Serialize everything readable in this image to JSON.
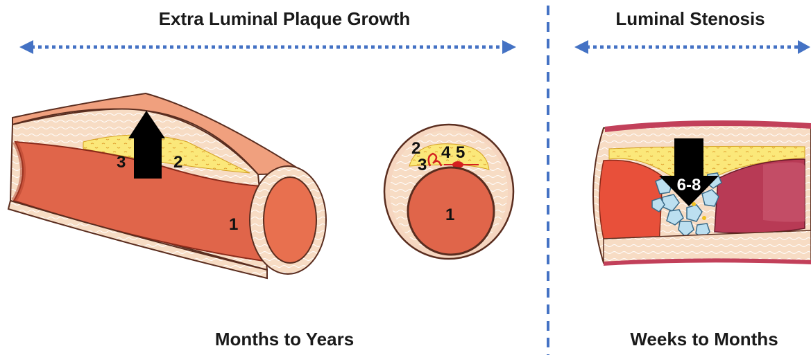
{
  "headings": {
    "left": "Extra Luminal Plaque Growth",
    "right": "Luminal Stenosis"
  },
  "footers": {
    "left": "Months to Years",
    "right": "Weeks to Months"
  },
  "vessel_labels": {
    "lumen": "1",
    "label_2": "2",
    "label_3": "3",
    "label_4": "4",
    "label_5": "5",
    "stenosis_range": "6-8"
  },
  "colors": {
    "divider": "#4472c4",
    "arrow_dotted": "#4472c4",
    "arrow_solid": "#000000",
    "lumen": "#e0654a",
    "vessel_wall": "#f2c9a8",
    "plaque": "#fbe87a",
    "thrombus": "#b8d8e8"
  }
}
